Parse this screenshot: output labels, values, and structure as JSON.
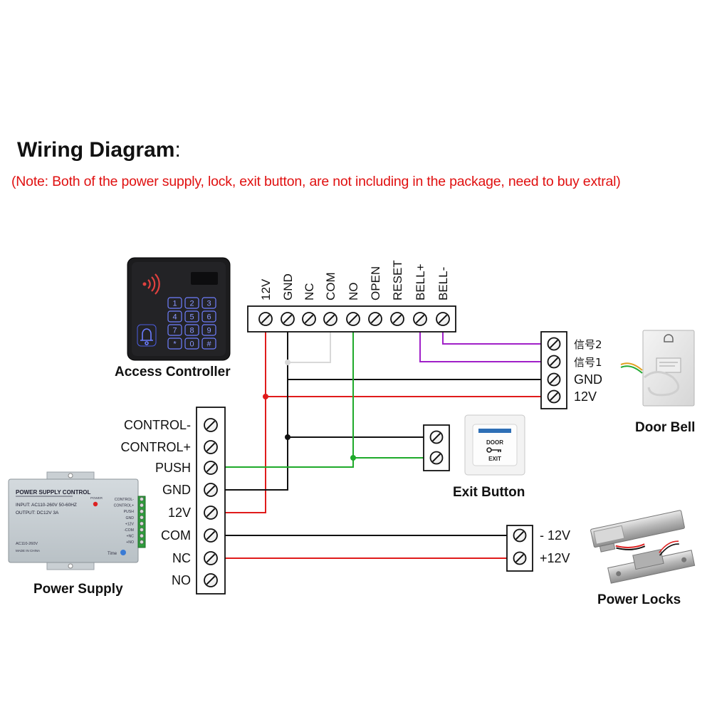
{
  "header": {
    "title": "Wiring Diagram",
    "title_colon": ":",
    "note": "(Note: Both of the power supply, lock, exit button,  are not including in the package, need to buy extral)"
  },
  "devices": {
    "access_controller": "Access Controller",
    "power_supply": "Power Supply",
    "door_bell": "Door Bell",
    "exit_button": "Exit Button",
    "power_locks": "Power Locks"
  },
  "controller_terminals": [
    "12V",
    "GND",
    "NC",
    "COM",
    "NO",
    "OPEN",
    "RESET",
    "BELL+",
    "BELL-"
  ],
  "power_supply_terminals": [
    "CONTROL-",
    "CONTROL+",
    "PUSH",
    "GND",
    "12V",
    "COM",
    "NC",
    "NO"
  ],
  "door_bell_terminals": [
    "信号2",
    "信号1",
    "GND",
    "12V"
  ],
  "lock_terminals": [
    "- 12V",
    "+12V"
  ],
  "keypad_keys": [
    "1",
    "2",
    "3",
    "4",
    "5",
    "6",
    "7",
    "8",
    "9",
    "*",
    "0",
    "#"
  ],
  "exit_plate": {
    "top": "DOOR",
    "bottom": "EXIT"
  },
  "psu_unit": {
    "title": "POWER SUPPLY CONTROL",
    "input": "INPUT: AC110-260V 50-60HZ",
    "output": "OUTPUT: DC12V  3A",
    "power_label": "POWER",
    "side_labels": [
      "CONTROL-",
      "CONTROL+",
      "PUSH",
      "GND",
      "+12V",
      "-COM",
      "+NC",
      "+NO"
    ],
    "voltage": "AC110-260V",
    "made_in": "MADE IN CHINA",
    "time_label": "Time"
  },
  "colors": {
    "red_wire": "#e01b1b",
    "black_wire": "#111111",
    "green_wire": "#1faa2a",
    "purple_wire": "#a020c8",
    "white_wire": "#d8d8d8",
    "note_text": "#e01010"
  }
}
